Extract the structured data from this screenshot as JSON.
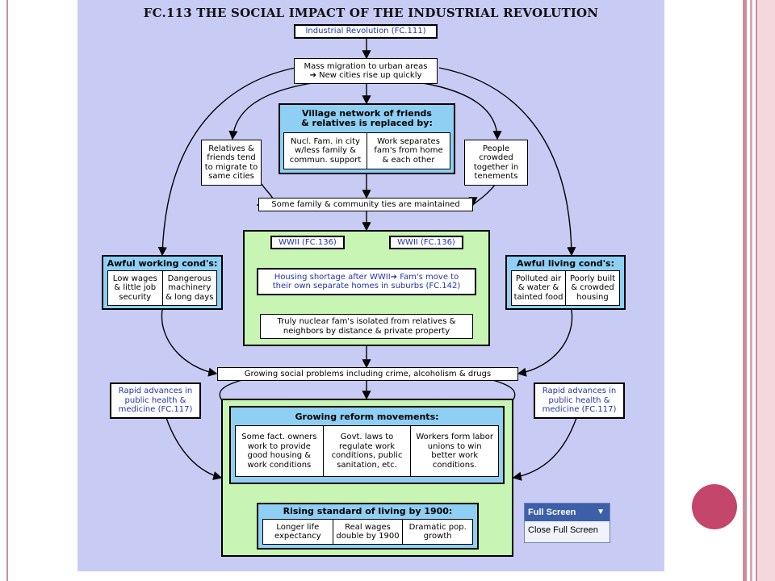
{
  "title": "FC.113 THE SOCIAL IMPACT OF THE INDUSTRIAL REVOLUTION",
  "nodes": {
    "industrial_revolution": "Industrial Revolution (FC.111)",
    "mass_migration": [
      "Mass migration to urban areas",
      "➔ New cities rise up quickly"
    ],
    "village_network": {
      "heading": [
        "Village network of friends",
        "& relatives is replaced by:"
      ],
      "cells": [
        [
          "Nucl. Fam. in city",
          "w/less family &",
          "commun. support"
        ],
        [
          "Work separates",
          "fam's from home",
          "& each other"
        ]
      ]
    },
    "relatives_migrate": [
      "Relatives &",
      "friends tend",
      "to migrate to",
      "same cities"
    ],
    "people_crowded": [
      "People",
      "crowded",
      "together in",
      "tenements"
    ],
    "family_ties": "Some family & community ties are maintained",
    "awful_working": {
      "heading": "Awful working cond's:",
      "cells": [
        [
          "Low wages",
          "& little job",
          "security"
        ],
        [
          "Dangerous",
          "machinery",
          "& long days"
        ]
      ]
    },
    "awful_living": {
      "heading": "Awful living cond's:",
      "cells": [
        [
          "Polluted air",
          "& water &",
          "tainted food"
        ],
        [
          "Poorly built",
          "& crowded",
          "housing"
        ]
      ]
    },
    "wwii_left": "WWII (FC.136)",
    "wwii_right": "WWII (FC.136)",
    "housing_shortage": [
      "Housing shortage after WWII➔ Fam's move to",
      "their own separate homes in suburbs (FC.142)"
    ],
    "nuclear_isolated": [
      "Truly nuclear fam's isolated from relatives &",
      "neighbors by distance & private property"
    ],
    "social_problems": "Growing social problems including crime, alcoholism & drugs",
    "rapid_advances_left": [
      "Rapid advances in",
      "public health &",
      "medicine (FC.117)"
    ],
    "rapid_advances_right": [
      "Rapid advances in",
      "public health &",
      "medicine (FC.117)"
    ],
    "reform": {
      "heading": "Growing reform movements:",
      "cells": [
        [
          "Some fact. owners",
          "work to provide",
          "good housing &",
          "work conditions"
        ],
        [
          "Govt. laws to",
          "regulate work",
          "conditions, public",
          "sanitation, etc."
        ],
        [
          "Workers form labor",
          "unions to win",
          "better work",
          "conditions."
        ]
      ]
    },
    "standard": {
      "heading": "Rising standard of living by 1900:",
      "cells": [
        [
          "Longer life",
          "expectancy"
        ],
        [
          "Real wages",
          "double by 1900"
        ],
        [
          "Dramatic pop.",
          "growth"
        ]
      ]
    }
  },
  "toolbar": {
    "full_screen": "Full Screen",
    "dropdown_icon": "triangle-down",
    "close_full_screen": "Close Full Screen"
  },
  "colors": {
    "diagram_bg": "#c8cbf4",
    "blue_panel": "#8fcff4",
    "green_panel": "#c8f4b4",
    "accent_text": "#2233aa",
    "slide_dot": "#c4466b"
  }
}
